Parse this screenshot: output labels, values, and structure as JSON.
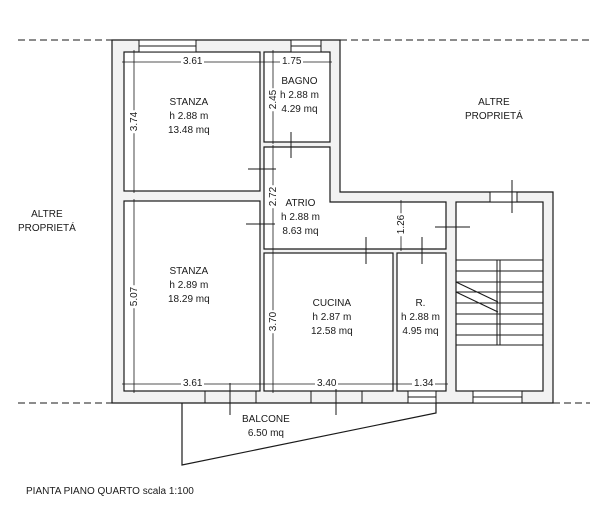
{
  "drawing": {
    "caption": "PIANTA PIANO QUARTO scala 1:100",
    "colors": {
      "wall_fill": "#f2f2f2",
      "line": "#1a1a1a",
      "background": "#ffffff"
    }
  },
  "neighbors": {
    "left": {
      "line1": "ALTRE",
      "line2": "PROPRIETÁ"
    },
    "right": {
      "line1": "ALTRE",
      "line2": "PROPRIETÁ"
    }
  },
  "rooms": {
    "stanza1": {
      "name": "STANZA",
      "height": "h 2.88 m",
      "area": "13.48 mq",
      "width_dim": "3.61",
      "depth_dim": "3.74"
    },
    "bagno": {
      "name": "BAGNO",
      "height": "h 2.88 m",
      "area": "4.29 mq",
      "width_dim": "1.75",
      "depth_dim": "2.45"
    },
    "atrio": {
      "name": "ATRIO",
      "height": "h 2.88 m",
      "area": "8.63 mq",
      "depth_dim": "2.72",
      "corridor_dim": "1.26"
    },
    "stanza2": {
      "name": "STANZA",
      "height": "h 2.89 m",
      "area": "18.29 mq",
      "width_dim": "3.61",
      "depth_dim": "5.07"
    },
    "cucina": {
      "name": "CUCINA",
      "height": "h 2.87 m",
      "area": "12.58 mq",
      "width_dim": "3.40",
      "depth_dim": "3.70"
    },
    "ripostiglio": {
      "name": "R.",
      "height": "h 2.88 m",
      "area": "4.95 mq",
      "width_dim": "1.34"
    },
    "balcone": {
      "name": "BALCONE",
      "area": "6.50 mq"
    }
  }
}
